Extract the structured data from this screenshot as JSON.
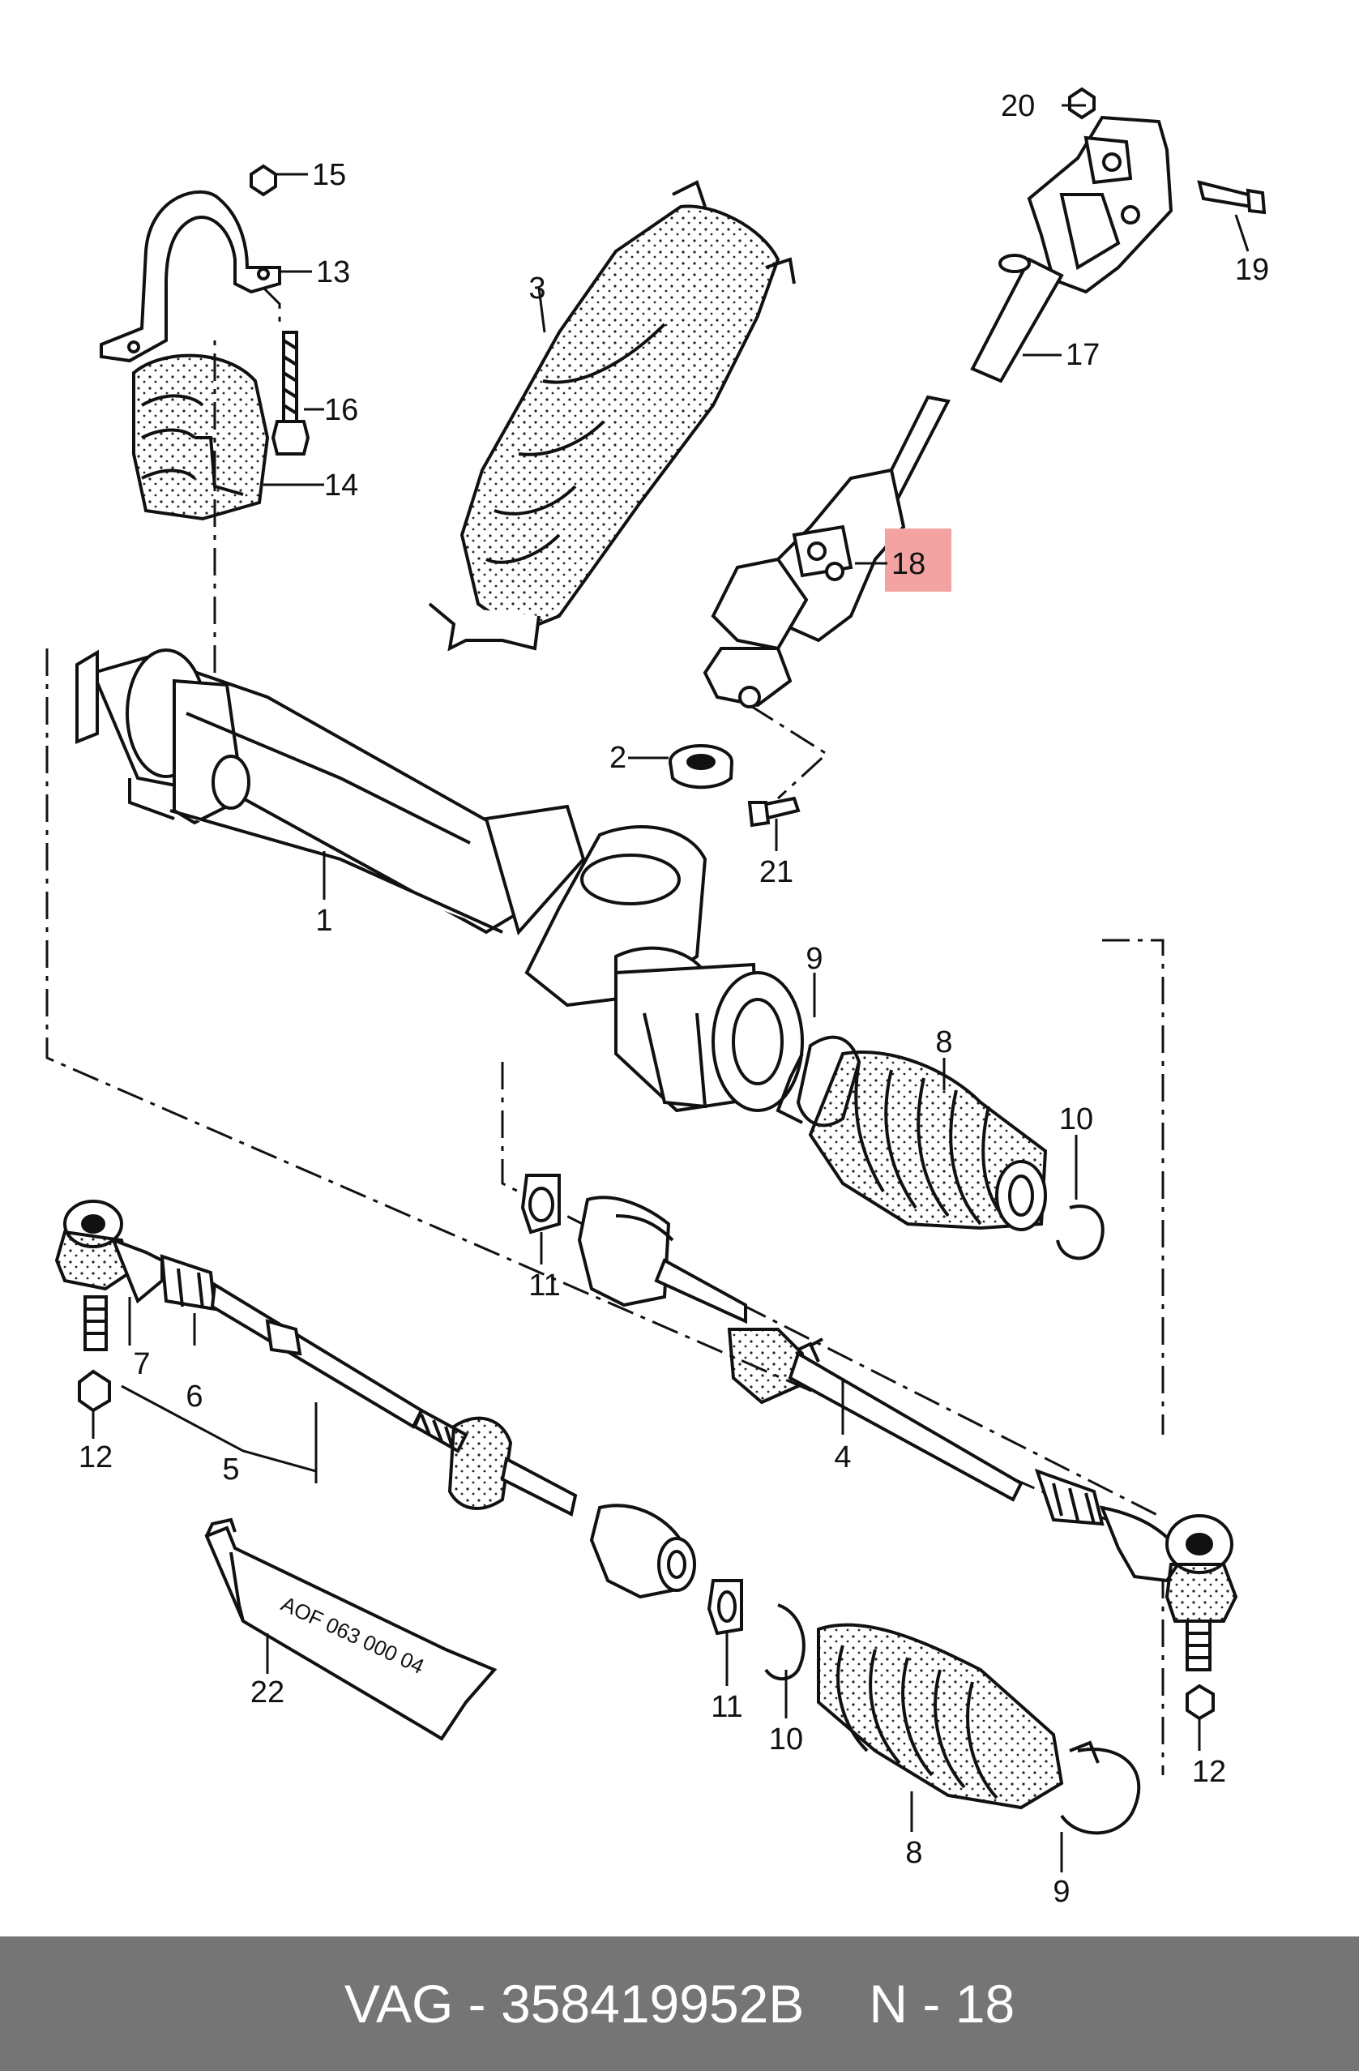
{
  "diagram": {
    "callouts": [
      {
        "id": "c1",
        "label": "1"
      },
      {
        "id": "c2",
        "label": "2"
      },
      {
        "id": "c3",
        "label": "3"
      },
      {
        "id": "c4",
        "label": "4"
      },
      {
        "id": "c5",
        "label": "5"
      },
      {
        "id": "c6",
        "label": "6"
      },
      {
        "id": "c7",
        "label": "7"
      },
      {
        "id": "c8a",
        "label": "8"
      },
      {
        "id": "c8b",
        "label": "8"
      },
      {
        "id": "c9a",
        "label": "9"
      },
      {
        "id": "c9b",
        "label": "9"
      },
      {
        "id": "c10a",
        "label": "10"
      },
      {
        "id": "c10b",
        "label": "10"
      },
      {
        "id": "c11a",
        "label": "11"
      },
      {
        "id": "c11b",
        "label": "11"
      },
      {
        "id": "c12a",
        "label": "12"
      },
      {
        "id": "c12b",
        "label": "12"
      },
      {
        "id": "c13",
        "label": "13"
      },
      {
        "id": "c14",
        "label": "14"
      },
      {
        "id": "c15",
        "label": "15"
      },
      {
        "id": "c16",
        "label": "16"
      },
      {
        "id": "c17",
        "label": "17"
      },
      {
        "id": "c18",
        "label": "18"
      },
      {
        "id": "c19",
        "label": "19"
      },
      {
        "id": "c20",
        "label": "20"
      },
      {
        "id": "c21",
        "label": "21"
      },
      {
        "id": "c22",
        "label": "22"
      }
    ],
    "tube_text": "AOF 063 000 04",
    "highlight_color": "#f4a3a3"
  },
  "footer": {
    "brand": "VAG",
    "separator": "-",
    "part_number": "358419952B",
    "position_prefix": "N",
    "position_number": "18"
  }
}
